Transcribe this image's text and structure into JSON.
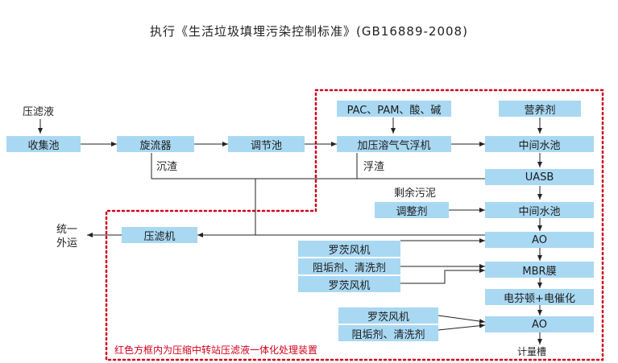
{
  "title": "执行《生活垃圾填埋污染控制标准》(GB16889-2008)",
  "labels": {
    "input": "压滤液",
    "sludge1": "沉渣",
    "sludge2": "浮渣",
    "excess": "剩余污泥",
    "out_line1": "统一",
    "out_line2": "外运",
    "note": "红色方框内为压缩中转站压滤液一体化处理装置"
  },
  "boxes": {
    "collect": "收集池",
    "cyclone": "旋流器",
    "adjust": "调节池",
    "flotation": "加压溶气气浮机",
    "chemicals": "PAC、PAM、酸、碱",
    "nutrient": "营养剂",
    "mid1": "中间水池",
    "uasb": "UASB",
    "regulator": "调整剂",
    "mid2": "中间水池",
    "filterpress": "压滤机",
    "ao1": "AO",
    "blower1": "罗茨风机",
    "antiscalant1": "阻垢剂、清洗剂",
    "mbr": "MBR膜",
    "blower2": "罗茨风机",
    "fenton": "电芬顿+电催化",
    "blower3": "罗茨风机",
    "ao2": "AO",
    "antiscalant2": "阻垢剂、清洗剂",
    "meter": "计量槽"
  },
  "colors": {
    "box": "#a9d8f3",
    "frame": "#d0021b",
    "line": "#222222"
  }
}
